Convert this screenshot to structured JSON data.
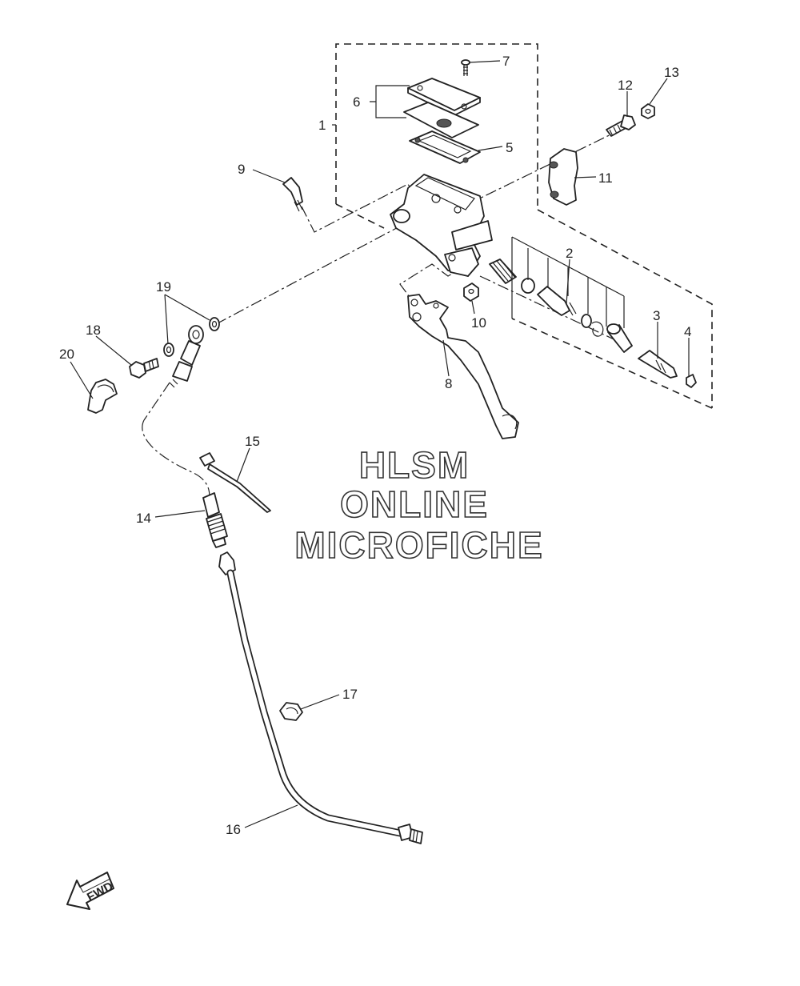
{
  "watermark": {
    "line1": "HLSM",
    "line2": "ONLINE",
    "line3": "MICROFICHE"
  },
  "direction_arrow": {
    "label": "FWD"
  },
  "callouts": [
    "1",
    "2",
    "3",
    "4",
    "5",
    "6",
    "7",
    "8",
    "9",
    "10",
    "11",
    "12",
    "13",
    "14",
    "15",
    "16",
    "17",
    "18",
    "19",
    "20"
  ]
}
